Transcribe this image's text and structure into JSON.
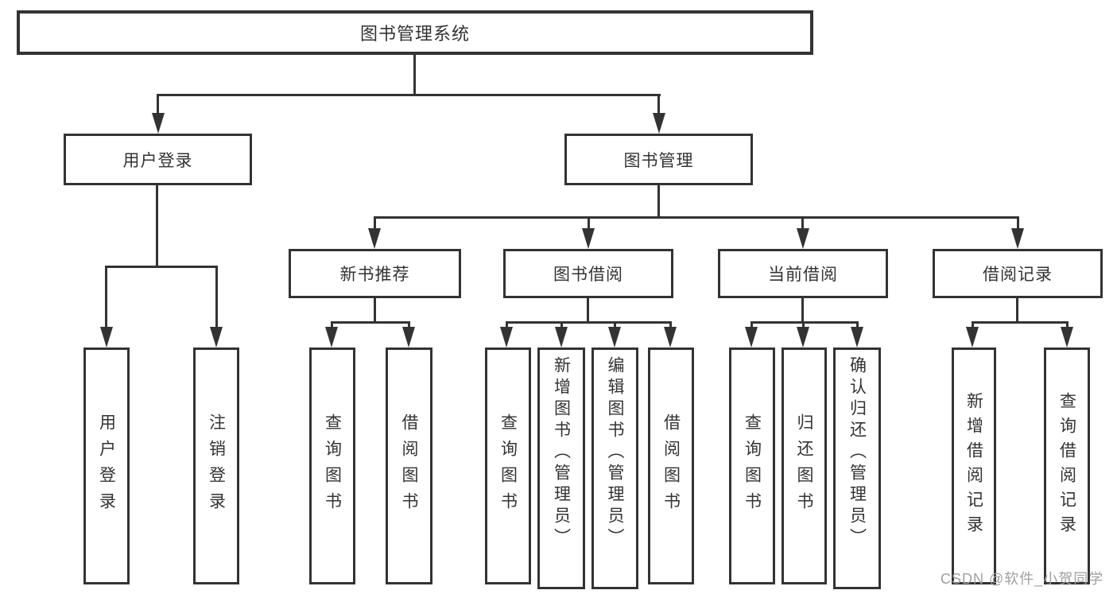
{
  "diagram": {
    "type": "tree",
    "nodes": {
      "root": "图书管理系统",
      "user_login": "用户登录",
      "book_management": "图书管理",
      "new_book_recommendation": "新书推荐",
      "book_borrowing": "图书借阅",
      "current_borrowing": "当前借阅",
      "borrowing_records": "借阅记录",
      "ul_user_login": "用户登录",
      "ul_logout": "注销登录",
      "nb_query_books": "查询图书",
      "nb_borrow_books": "借阅图书",
      "bb_query_books": "查询图书",
      "bb_add_books_admin": "新增图书（管理员）",
      "bb_edit_books_admin": "编辑图书（管理员）",
      "bb_borrow_books": "借阅图书",
      "cb_query_books": "查询图书",
      "cb_return_books": "归还图书",
      "cb_confirm_return_admin": "确认归还（管理员）",
      "br_add_borrow_record": "新增借阅记录",
      "br_query_borrow_record": "查询借阅记录"
    },
    "colors": {
      "line": "#333333",
      "text": "#333333",
      "background": "#ffffff"
    }
  },
  "watermark": {
    "text": "CSDN @软件_小贺同学",
    "color": "#a0a0a0"
  }
}
